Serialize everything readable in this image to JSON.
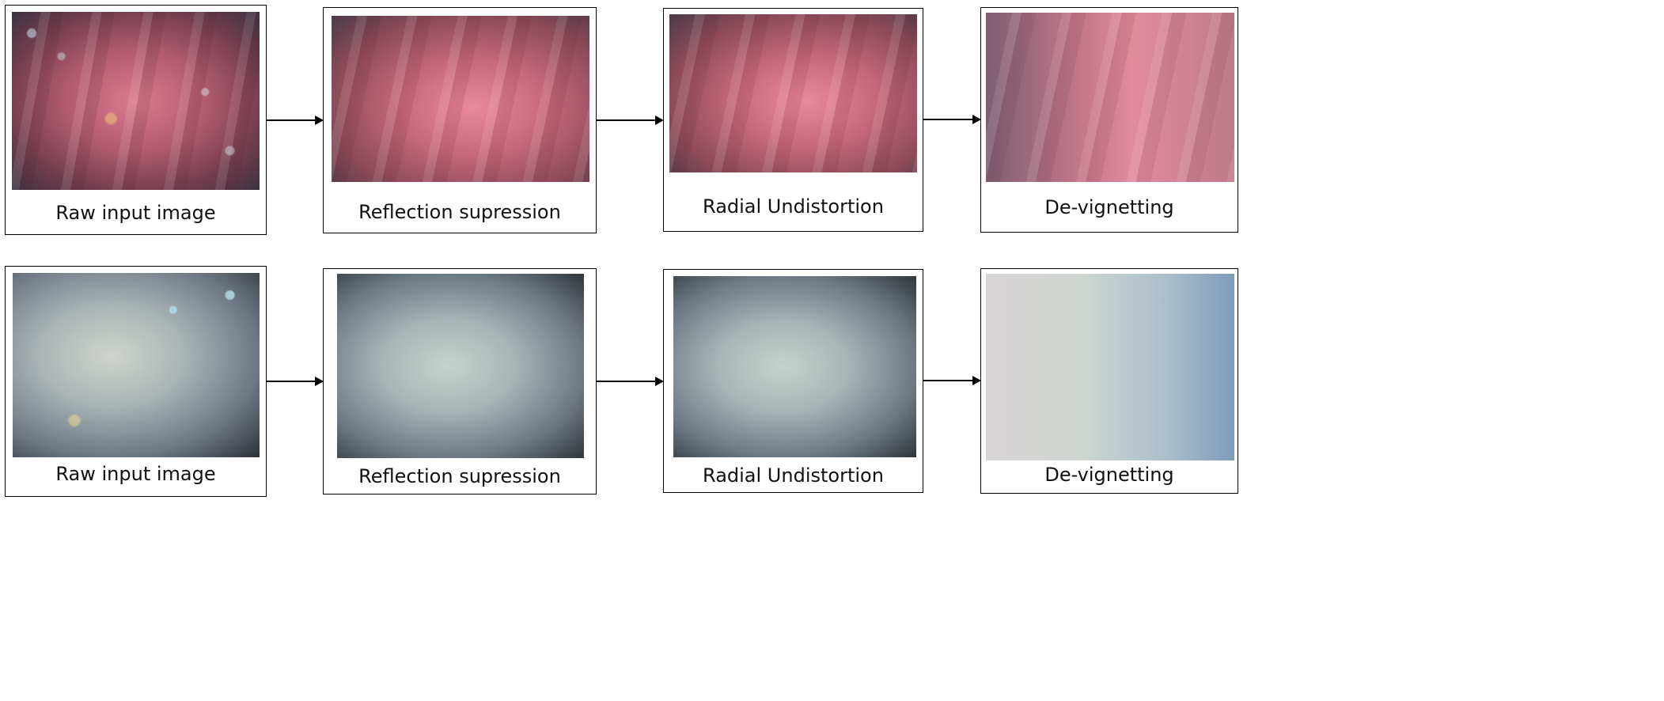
{
  "pipeline": {
    "rows": [
      {
        "steps": [
          {
            "caption": "Raw input image",
            "image": "raw-pink-tissue"
          },
          {
            "caption": "Reflection supression",
            "image": "pink-tissue-reflection-suppressed"
          },
          {
            "caption": "Radial Undistortion",
            "image": "pink-tissue-undistorted"
          },
          {
            "caption": "De-vignetting",
            "image": "pink-tissue-devignetted"
          }
        ]
      },
      {
        "steps": [
          {
            "caption": "Raw input image",
            "image": "raw-grey-tissue"
          },
          {
            "caption": "Reflection supression",
            "image": "grey-tissue-reflection-suppressed"
          },
          {
            "caption": "Radial Undistortion",
            "image": "grey-tissue-undistorted"
          },
          {
            "caption": "De-vignetting",
            "image": "grey-tissue-devignetted"
          }
        ]
      }
    ]
  }
}
